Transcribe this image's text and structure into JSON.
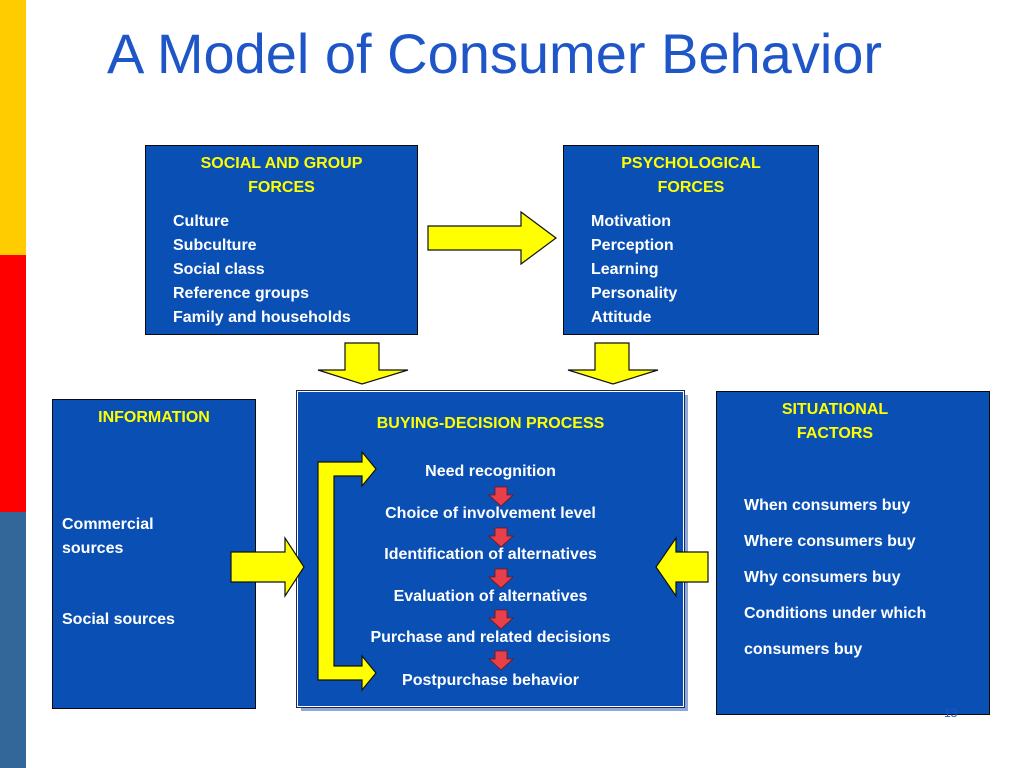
{
  "title": "A Model of Consumer Behavior",
  "social": {
    "heading": "SOCIAL AND GROUP\nFORCES",
    "items": [
      "Culture",
      "Subculture",
      "Social class",
      "Reference groups",
      "Family and households"
    ]
  },
  "psychological": {
    "heading": "PSYCHOLOGICAL\nFORCES",
    "items": [
      "Motivation",
      "Perception",
      "Learning",
      "Personality",
      "Attitude"
    ]
  },
  "information": {
    "heading": "INFORMATION",
    "items": [
      "Commercial\nsources",
      "Social sources"
    ]
  },
  "buying": {
    "heading": "BUYING-DECISION PROCESS",
    "steps": [
      "Need recognition",
      "Choice of involvement level",
      "Identification of alternatives",
      "Evaluation of alternatives",
      "Purchase and related decisions",
      "Postpurchase behavior"
    ]
  },
  "situational": {
    "heading": "SITUATIONAL\nFACTORS",
    "items": [
      "When consumers buy",
      "Where consumers buy",
      "Why consumers buy",
      "Conditions under which",
      "consumers buy"
    ]
  },
  "page_number": "13",
  "colors": {
    "box_fill": "#0A50B4",
    "heading_text": "#FFFF00",
    "title_text": "#1E56C8",
    "arrow_fill": "#FFFF00",
    "step_arrow": "#E8404A",
    "stripe_yellow": "#FFCC00",
    "stripe_red": "#FF0000",
    "stripe_blue": "#336699"
  }
}
